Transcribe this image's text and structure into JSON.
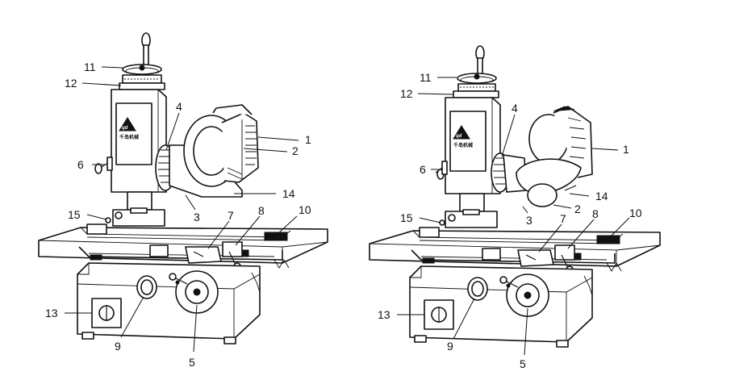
{
  "diagram": {
    "logo_mark": "qd",
    "logo_caption": "千岛机械",
    "callouts": [
      "1",
      "2",
      "3",
      "4",
      "5",
      "6",
      "7",
      "8",
      "9",
      "10",
      "11",
      "12",
      "13",
      "14",
      "15"
    ]
  }
}
